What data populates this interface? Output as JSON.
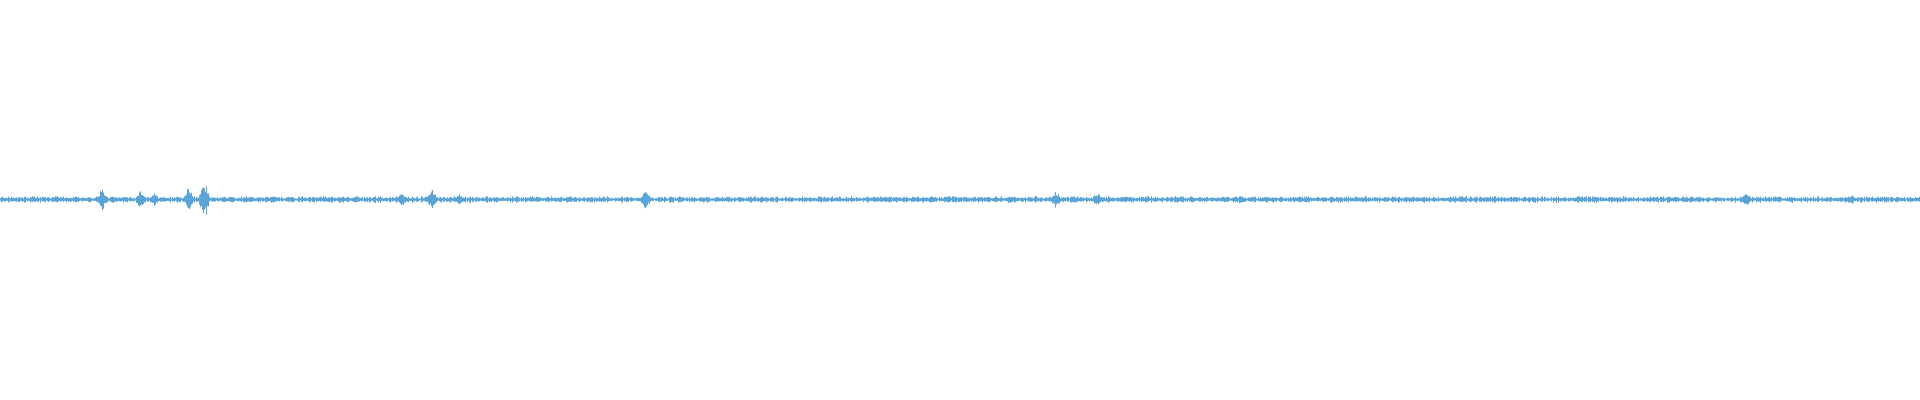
{
  "waveform": {
    "color": "#5aa5d6",
    "background": "#ffffff",
    "baseline_amplitude": 0.012,
    "bursts": [
      {
        "position": 0.053,
        "amplitude": 0.06
      },
      {
        "position": 0.073,
        "amplitude": 0.05
      },
      {
        "position": 0.08,
        "amplitude": 0.04
      },
      {
        "position": 0.098,
        "amplitude": 0.07
      },
      {
        "position": 0.106,
        "amplitude": 0.11
      },
      {
        "position": 0.209,
        "amplitude": 0.04
      },
      {
        "position": 0.225,
        "amplitude": 0.05
      },
      {
        "position": 0.239,
        "amplitude": 0.03
      },
      {
        "position": 0.336,
        "amplitude": 0.06
      },
      {
        "position": 0.55,
        "amplitude": 0.05
      },
      {
        "position": 0.571,
        "amplitude": 0.04
      },
      {
        "position": 0.646,
        "amplitude": 0.025
      },
      {
        "position": 0.822,
        "amplitude": 0.025
      },
      {
        "position": 0.909,
        "amplitude": 0.045
      },
      {
        "position": 0.964,
        "amplitude": 0.025
      }
    ]
  }
}
